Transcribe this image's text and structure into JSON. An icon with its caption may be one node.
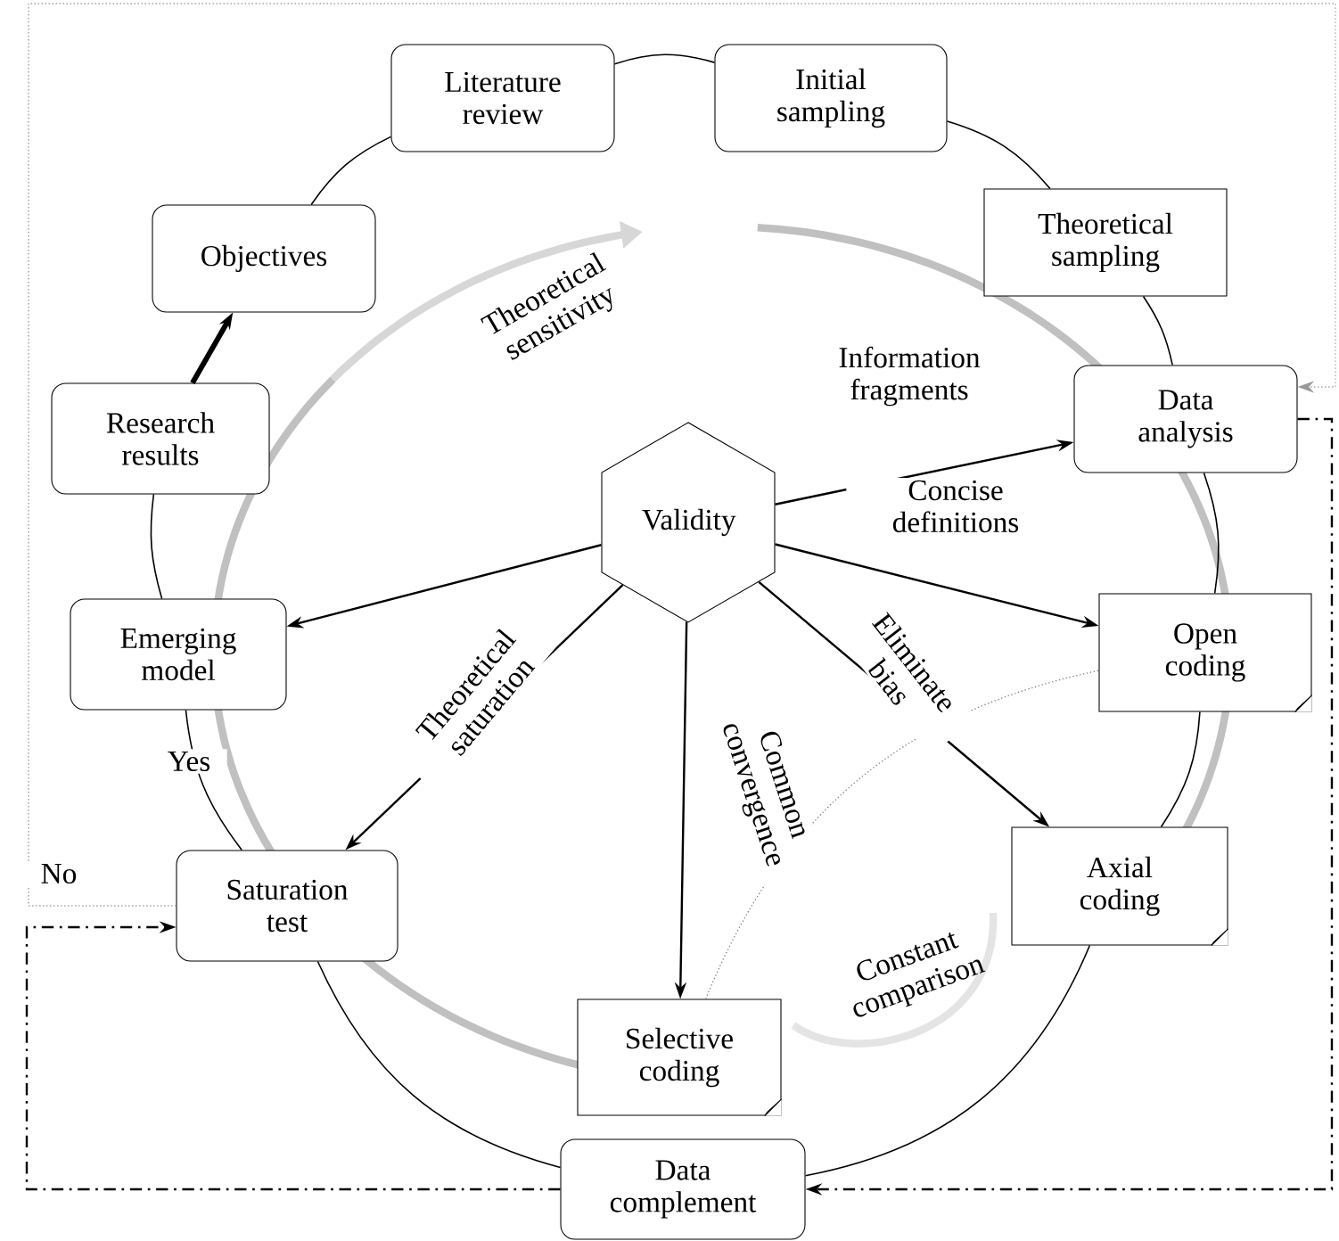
{
  "diagram": {
    "nodes": [
      {
        "text": [
          "Literature review"
        ]
      },
      {
        "text": [
          "Initial sampling"
        ]
      },
      {
        "text": [
          "Objectives"
        ]
      },
      {
        "text": [
          "Theoretical sampling"
        ]
      },
      {
        "text": [
          "Research results"
        ]
      },
      {
        "text": [
          "Data analysis"
        ]
      },
      {
        "text": [
          "Validity"
        ]
      },
      {
        "text": [
          "Emerging model"
        ]
      },
      {
        "text": [
          "Open coding"
        ]
      },
      {
        "text": [
          "Saturation test"
        ]
      },
      {
        "text": [
          "Axial coding"
        ]
      },
      {
        "text": [
          "Selective coding"
        ]
      },
      {
        "text": [
          "Data complement"
        ]
      }
    ],
    "edges": [
      {
        "from": 0,
        "to": 1,
        "arrow": "none"
      },
      {
        "from": 1,
        "to": 3,
        "arrow": "none"
      },
      {
        "from": 3,
        "to": 5,
        "arrow": "none"
      },
      {
        "from": 5,
        "to": 8,
        "arrow": "none"
      },
      {
        "from": 8,
        "to": 10,
        "arrow": "none"
      },
      {
        "from": 10,
        "to": 12,
        "arrow": "none"
      },
      {
        "from": 12,
        "to": 9,
        "arrow": "none"
      },
      {
        "from": 9,
        "to": 7,
        "arrow": "none",
        "label": "Yes"
      },
      {
        "from": 7,
        "to": 4,
        "arrow": "none"
      },
      {
        "from": 4,
        "to": 2,
        "arrow": "to",
        "style": "thick"
      },
      {
        "from": 2,
        "to": 0,
        "arrow": "none"
      },
      {
        "from": 6,
        "to": 5,
        "arrow": "to",
        "label": "Information fragments"
      },
      {
        "from": 6,
        "to": 8,
        "arrow": "to",
        "label": "Concise definitions"
      },
      {
        "from": 6,
        "to": 7,
        "arrow": "to"
      },
      {
        "from": 6,
        "to": 9,
        "arrow": "to",
        "label": "Theoretical saturation"
      },
      {
        "from": 6,
        "to": 11,
        "arrow": "to",
        "label": "Common convergence"
      },
      {
        "from": 6,
        "to": 10,
        "arrow": "to",
        "label": "Eliminate bias"
      },
      {
        "from": 11,
        "to": 8,
        "arrow": "none",
        "style": "dashed",
        "color": "#808080"
      },
      {
        "from": 9,
        "to": 5,
        "arrow": "to",
        "style": "dashed",
        "color": "#999999",
        "label": "No"
      },
      {
        "from": 5,
        "to": 12,
        "arrow": "to",
        "style": "dashed"
      },
      {
        "from": 12,
        "to": 9,
        "arrow": "to",
        "style": "dashed"
      }
    ],
    "labels": [
      "Theoretical sensitivity",
      "Constant comparison"
    ]
  }
}
